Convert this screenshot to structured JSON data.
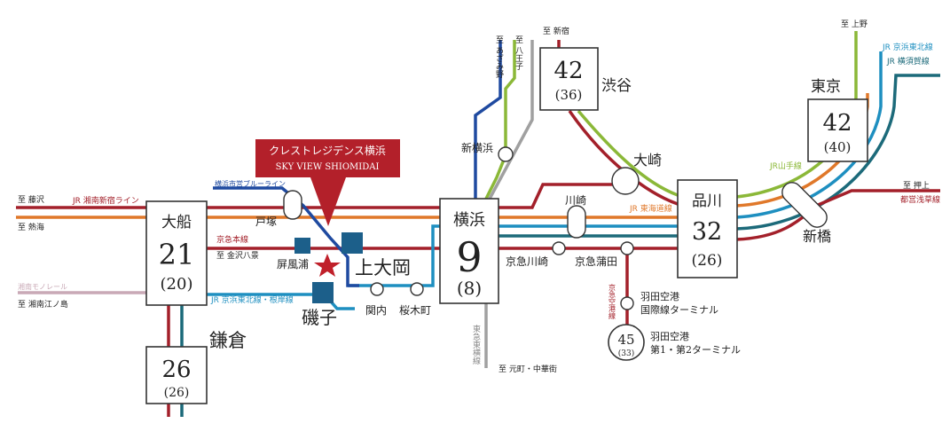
{
  "colors": {
    "jr_red": "#a3202a",
    "tokaido_orange": "#e0782a",
    "keihin_tohoku_blue": "#1e8fc0",
    "yamanote_green": "#8bb838",
    "yokosuka_teal": "#1c6a7a",
    "subway_blue": "#1f4aa0",
    "tokyu_grey": "#a0a0a0",
    "monorail_pink": "#c9a9b6",
    "banner_red": "#b3202a",
    "property_blue": "#1c5f8a",
    "star_red": "#c0202a"
  },
  "banner": {
    "title": "クレストレジデンス横浜",
    "subtitle": "SKY VIEW SHIOMIDAI"
  },
  "hubs": [
    {
      "id": "ofuna",
      "name": "大船",
      "time": "21",
      "sub": "(20)"
    },
    {
      "id": "kamakura",
      "name": "鎌倉",
      "time": "26",
      "sub": "(26)"
    },
    {
      "id": "yokohama",
      "name": "横浜",
      "time": "9",
      "sub": "(8)"
    },
    {
      "id": "shibuya",
      "name": "渋谷",
      "time": "42",
      "sub": "(36)"
    },
    {
      "id": "shinagawa",
      "name": "品川",
      "time": "32",
      "sub": "(26)"
    },
    {
      "id": "tokyo",
      "name": "東京",
      "time": "42",
      "sub": "(40)"
    },
    {
      "id": "haneda_t12",
      "name": "",
      "time": "45",
      "sub": "(33)"
    }
  ],
  "stations": {
    "totsuka": "戸塚",
    "byobugaura": "屏風浦",
    "kamiooka": "上大岡",
    "isogo": "磯子",
    "kannai": "関内",
    "sakuragicho": "桜木町",
    "shin_yokohama": "新横浜",
    "kawasaki": "川崎",
    "keikyu_kawasaki": "京急川崎",
    "keikyu_kamata": "京急蒲田",
    "osaki": "大崎",
    "shimbashi": "新橋",
    "haneda_intl_1": "羽田空港",
    "haneda_intl_2": "国際線ターミナル",
    "haneda_t12_1": "羽田空港",
    "haneda_t12_2": "第1・第2ターミナル"
  },
  "directions": {
    "fujisawa": "至 藤沢",
    "atami": "至 熱海",
    "kanazawa_hakkei": "至 金沢八景",
    "shonan_enoshima": "至 湘南江ノ島",
    "shinjuku": "至 新宿",
    "azamino": "至 あざみ野",
    "hachioji": "至 八王子",
    "ueno": "至 上野",
    "oshiage": "至 押上",
    "motomachi": "至 元町・中華街"
  },
  "lines": {
    "shonan_shinjuku": "JR 湘南新宿ライン",
    "blue_line": "横浜市営ブルーライン",
    "keikyu_main": "京急本線",
    "shonan_monorail": "湘南モノレール",
    "keihin_negishi": "JR 京浜東北線・根岸線",
    "tokaido": "JR 東海道線",
    "tokyu_toyoko": "東急東横線",
    "keikyu_airport": "京急空港線",
    "yamanote": "JR山手線",
    "keihin_tohoku": "JR 京浜東北線",
    "yokosuka": "JR 横須賀線",
    "asakusa": "都営浅草線"
  }
}
